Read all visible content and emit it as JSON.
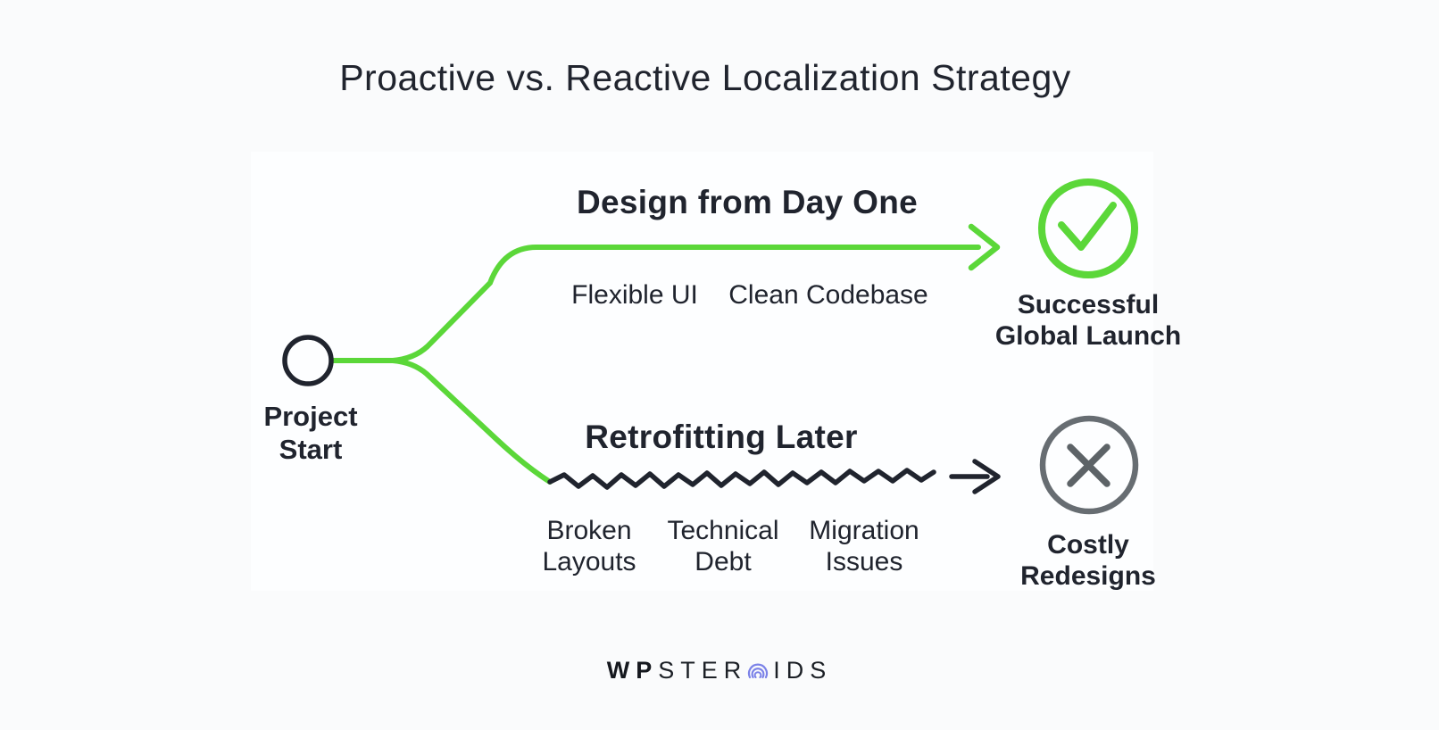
{
  "title": "Proactive vs. Reactive Localization Strategy",
  "colors": {
    "background": "#fafbfc",
    "card_background": "#fdfeff",
    "ink": "#20242e",
    "accent_green": "#5bd739",
    "muted_gray": "#676d72",
    "logo_accent": "#7b82e8"
  },
  "diagram": {
    "start_node": {
      "label": "Project\nStart",
      "icon": "start-circle-icon"
    },
    "proactive_path": {
      "heading": "Design from Day One",
      "tags": [
        "Flexible UI",
        "Clean Codebase"
      ],
      "outcome": {
        "label": "Successful\nGlobal Launch",
        "icon": "check-circle-icon"
      }
    },
    "reactive_path": {
      "heading": "Retrofitting Later",
      "tags": [
        "Broken\nLayouts",
        "Technical\nDebt",
        "Migration\nIssues"
      ],
      "outcome": {
        "label": "Costly\nRedesigns",
        "icon": "x-circle-icon"
      }
    }
  },
  "footer": {
    "brand_prefix": "WP",
    "brand_mid": "STER",
    "brand_suffix": "IDS",
    "brand_icon": "brand-arc-icon"
  }
}
